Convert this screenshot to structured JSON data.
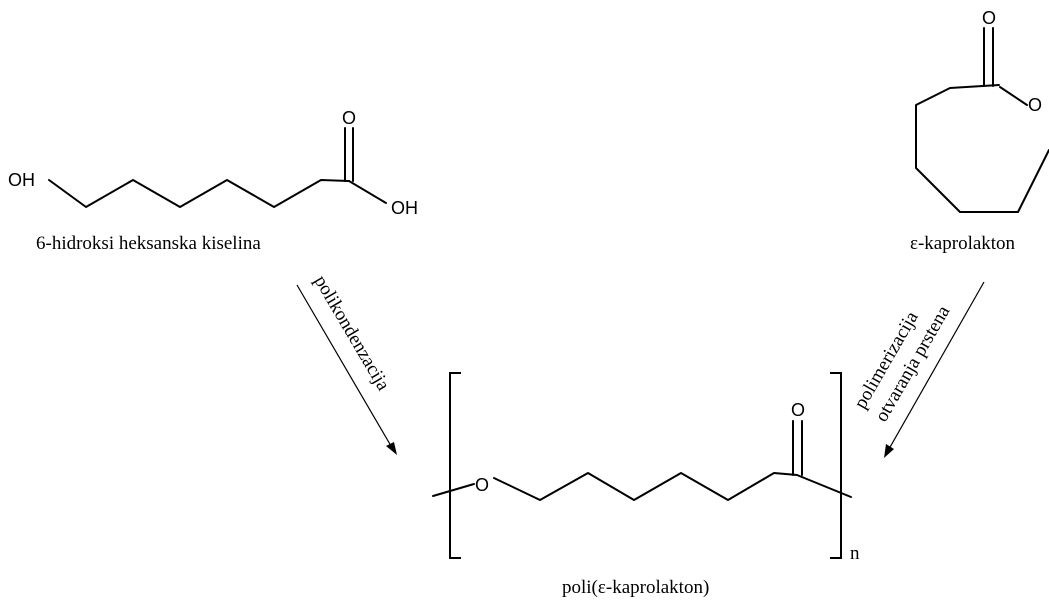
{
  "reactant_left": {
    "atoms": {
      "hydroxyl": "OH",
      "carbonyl_oxygen": "O",
      "acid_hydroxyl": "OH"
    },
    "caption": "6-hidroksi heksanska kiselina"
  },
  "reactant_right": {
    "atoms": {
      "carbonyl_oxygen": "O",
      "ring_oxygen": "O"
    },
    "caption": "ε-kaprolakton"
  },
  "reactions": {
    "left_label": "polikondenzacija",
    "right_label_line1": "polimerizacija",
    "right_label_line2": "otvaranja prstena"
  },
  "product": {
    "atoms": {
      "chain_oxygen": "O",
      "carbonyl_oxygen": "O"
    },
    "repeat_subscript": "n",
    "caption": "poli(ε-kaprolakton)"
  }
}
